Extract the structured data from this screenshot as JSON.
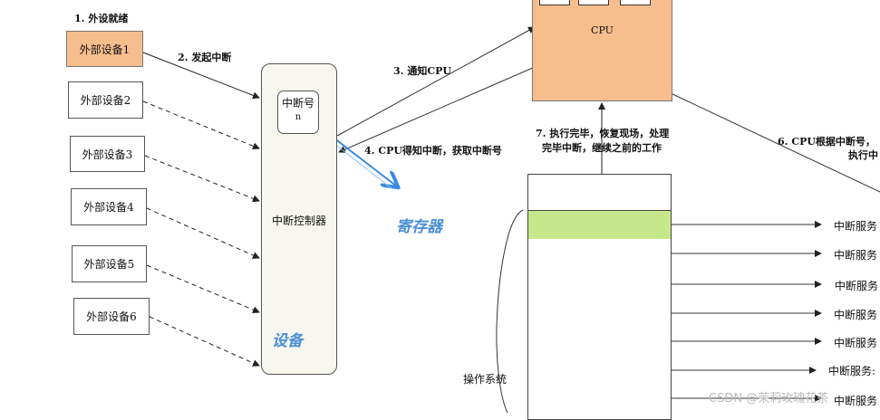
{
  "steps": {
    "s1": "1. 外设就绪",
    "s2": "2. 发起中断",
    "s3": "3. 通知CPU",
    "s4": "4. CPU得知中断，获取中断号",
    "s6a": "6. CPU根据中断号，",
    "s6b": "执行中",
    "s7a": "7. 执行完毕，恢复现场，处理",
    "s7b": "完毕中断，继续之前的工作"
  },
  "devices": [
    "外部设备1",
    "外部设备2",
    "外部设备3",
    "外部设备4",
    "外部设备5",
    "外部设备6"
  ],
  "controller": {
    "label": "中断控制器",
    "irq_title": "中断号",
    "irq_value": "n"
  },
  "cpu": {
    "label": "CPU"
  },
  "annotations": {
    "register": "寄存器",
    "device": "设备",
    "os": "操作系统"
  },
  "services": [
    "中断服务",
    "中断服务",
    "中断服务",
    "中断服务",
    "中断服务",
    "中断服务:",
    "中断服务"
  ],
  "watermark": "CSDN @茉莉玫瑰花茶",
  "colors": {
    "device1_fill": "#f7be8d",
    "cpu_fill": "#f7be8d",
    "table_highlight": "#c7e88a",
    "accent_blue": "#4b8fd6"
  }
}
